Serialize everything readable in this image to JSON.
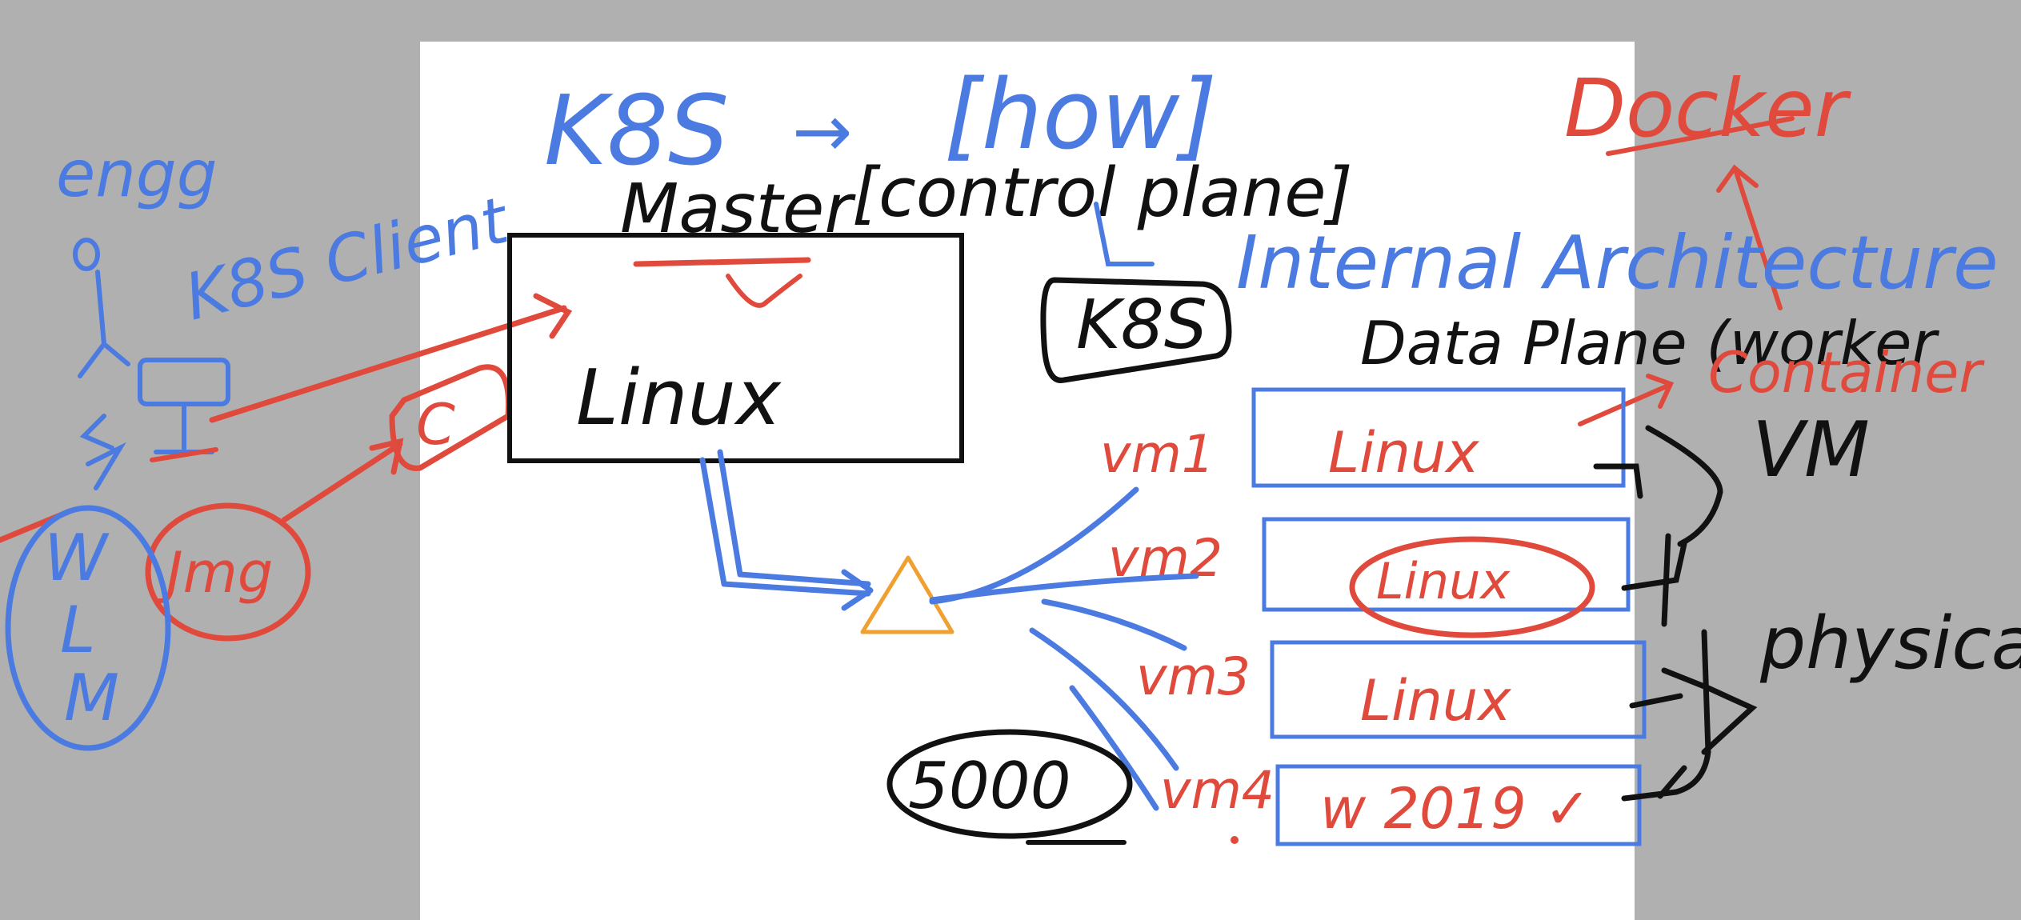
{
  "colors": {
    "canvas_bg": "#b0b0b0",
    "page_bg": "#ffffff",
    "ink_blue": "#4b7be0",
    "ink_red": "#e04a3c",
    "ink_black": "#111111",
    "ink_orange": "#f0a030"
  },
  "title": {
    "k8s": "K8S",
    "arrow": "→",
    "how": "[how]"
  },
  "docker": "Docker",
  "left": {
    "engg": "engg",
    "client": "K8S Client",
    "jmg": "Jmg",
    "c": "C",
    "wlm": [
      "W",
      "L",
      "M"
    ]
  },
  "master": {
    "label": "Master",
    "control_plane": "[control plane]",
    "linux": "Linux"
  },
  "k8s_box": "K8S",
  "internal_arch": "Internal Architecture",
  "data_plane": "Data Plane (worker",
  "container": "Container",
  "vms": [
    {
      "label": "vm1",
      "os": "Linux"
    },
    {
      "label": "vm2",
      "os": "Linux"
    },
    {
      "label": "vm3",
      "os": "Linux"
    },
    {
      "label": "vm4",
      "os": "w 2019 ✓"
    }
  ],
  "count": "5000",
  "vm": "VM",
  "physical": "physical"
}
